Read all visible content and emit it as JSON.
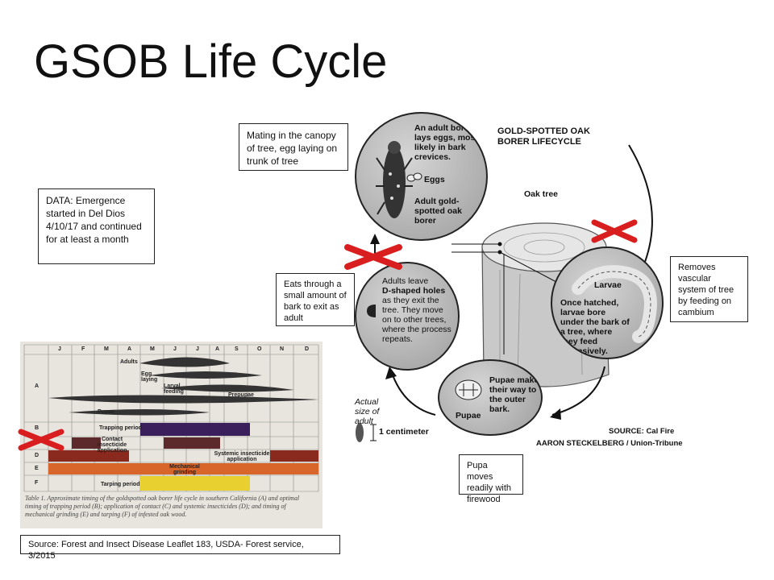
{
  "slide": {
    "title": "GSOB Life Cycle"
  },
  "notes": {
    "mating": "Mating in the canopy of tree, egg laying on trunk of tree",
    "data": "DATA: Emergence started in Del Dios 4/10/17 and continued for at least a month",
    "exit": "Eats through a small amount of bark to exit as adult",
    "vascular": "Removes vascular system of tree by feeding on cambium",
    "pupa": "Pupa moves readily with firewood",
    "source": "Source:  Forest and Insect Disease Leaflet 183, USDA- Forest service, 3/2015"
  },
  "lifecycle": {
    "heading_line1": "GOLD-SPOTTED OAK",
    "heading_line2": "BORER LIFECYCLE",
    "oak_tree_label": "Oak tree",
    "adult_bubble_text": "An adult borer lays eggs, most likely in bark crevices.",
    "eggs_label": "Eggs",
    "adult_label": "Adult gold-spotted oak borer",
    "larvae_label": "Larvae",
    "larvae_text": "Once hatched, larvae bore under the bark of a tree, where they feed extensively.",
    "leave_text_1": "Adults leave",
    "leave_text_bold": "D-shaped holes",
    "leave_text_2": "as they exit the tree. They move on to other trees, where the process repeats.",
    "pupae_label": "Pupae",
    "pupae_text": "Pupae make their way to the outer bark.",
    "actual_size": "Actual size of adult",
    "centimeter": "1 centimeter",
    "source_line": "SOURCE: Cal Fire",
    "credit_line": "AARON STECKELBERG / Union-Tribune"
  },
  "table_photo": {
    "months": [
      "J",
      "F",
      "M",
      "A",
      "M",
      "J",
      "J",
      "A",
      "S",
      "O",
      "N",
      "D"
    ],
    "rows": [
      "A",
      "B",
      "C",
      "D",
      "E",
      "F"
    ],
    "labels": {
      "adults": "Adults",
      "egg_laying": "Egg laying",
      "larval_feeding": "Larval feeding",
      "prepupae": "Prepupae",
      "pupae": "Pupae",
      "trapping": "Trapping period",
      "contact": "Contact insecticide application",
      "systemic": "Systemic insecticide application",
      "mechanical": "Mechanical grinding",
      "tarping": "Tarping period"
    },
    "caption": "Table 1.  Approximate timing of the goldspotted oak borer life cycle in southern California (A) and optimal timing of trapping period (B); application of contact (C) and systemic insecticides (D); and timing of mechanical grinding (E) and tarping (F) of infested oak wood."
  },
  "colors": {
    "red_x": "#d81e1e",
    "bubble_gray": "#a8a8a8",
    "trapping": "#3a1f5c",
    "contact": "#5c2a2a",
    "systemic": "#8a2a1e",
    "mechanical": "#d8662a",
    "tarping": "#e8d030"
  }
}
